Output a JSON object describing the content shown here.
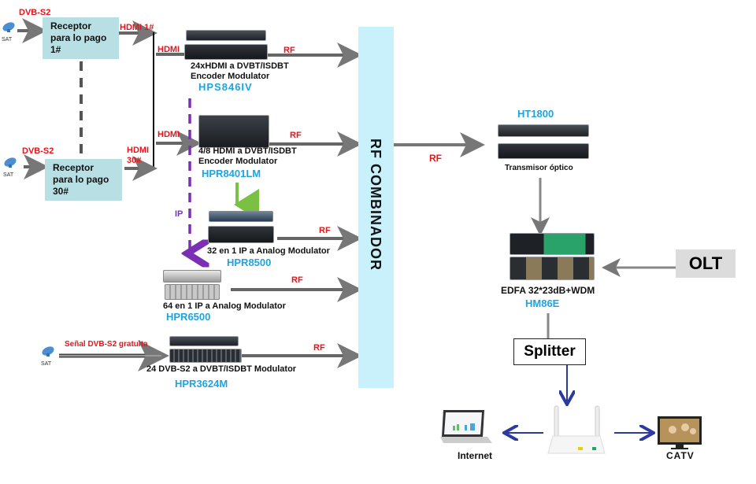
{
  "receivers": [
    {
      "input_label": "DVB-S2",
      "sat_label": "SAT",
      "name_lines": [
        "Receptor",
        "para lo pago",
        "1#"
      ],
      "output_label": "HDMI 1#"
    },
    {
      "input_label": "DVB-S2",
      "sat_label": "SAT",
      "name_lines": [
        "Receptor",
        "para lo pago",
        "30#"
      ],
      "output_label_lines": [
        "HDMI",
        "30#"
      ]
    }
  ],
  "modulators": [
    {
      "input_label": "HDMI",
      "desc_lines": [
        "24xHDMI a DVBT/ISDBT",
        "Encoder Modulator"
      ],
      "model": "HPS846IV",
      "output_label": "RF"
    },
    {
      "input_label": "HDMI",
      "desc_lines": [
        "4/8 HDMI a DVBT/ISDBT",
        "Encoder Modulator"
      ],
      "model": "HPR8401LM",
      "output_label": "RF"
    },
    {
      "input_label": "IP",
      "desc": "32 en 1 IP a Analog Modulator",
      "model": "HPR8500",
      "output_label": "RF"
    },
    {
      "input_label": "IP",
      "desc": "64 en 1 IP a Analog Modulator",
      "model": "HPR6500",
      "output_label": "RF"
    },
    {
      "input_label": "Señal DVB-S2 gratuita",
      "sat_label": "SAT",
      "desc": "24 DVB-S2 a DVBT/ISDBT Modulator",
      "model": "HPR3624M",
      "output_label": "RF"
    }
  ],
  "combiner": {
    "label": "RF COMBINADOR",
    "output_label": "RF"
  },
  "transmitter": {
    "model": "HT1800",
    "desc": "Transmisor óptico"
  },
  "edfa": {
    "desc": "EDFA 32*23dB+WDM",
    "model": "HM86E"
  },
  "olt": {
    "label": "OLT"
  },
  "splitter": {
    "label": "Splitter"
  },
  "endpoints": {
    "internet": "Internet",
    "catv": "CATV"
  },
  "colors": {
    "label_red": "#e8141b",
    "model_blue": "#1fa3e0",
    "receiver_box": "#b7dfe4",
    "combiner": "#c8f1fc",
    "ip_purple": "#7b2fb3",
    "ip_green": "#7ac143",
    "arrow_gray": "#777777",
    "arrow_navy": "#2b3a9e"
  }
}
